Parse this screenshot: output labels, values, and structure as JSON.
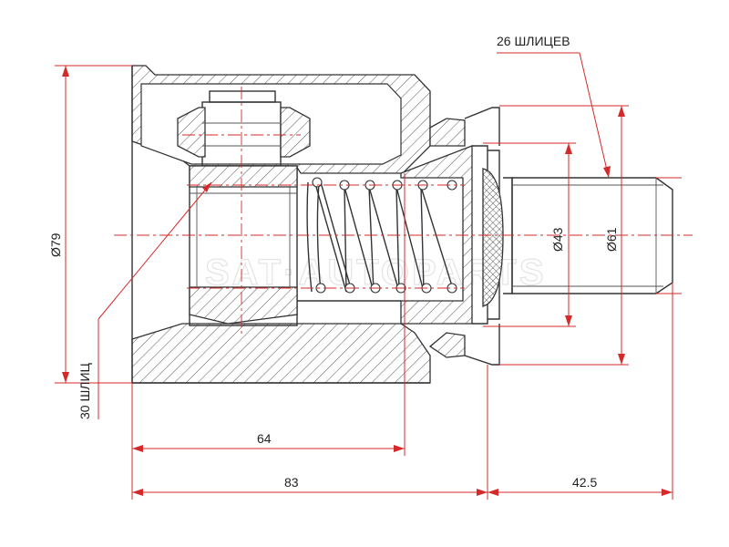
{
  "labels": {
    "splines_outer": "26 ШЛИЦЕВ",
    "splines_inner": "30 ШЛИЦ"
  },
  "dimensions": {
    "outer_diameter": "Ø79",
    "shaft_diameter": "Ø43",
    "flange_diameter": "Ø61",
    "depth": "64",
    "body_length": "83",
    "shaft_length": "42.5"
  },
  "colors": {
    "dimension_line": "#d42a2a",
    "outline": "#333333"
  }
}
